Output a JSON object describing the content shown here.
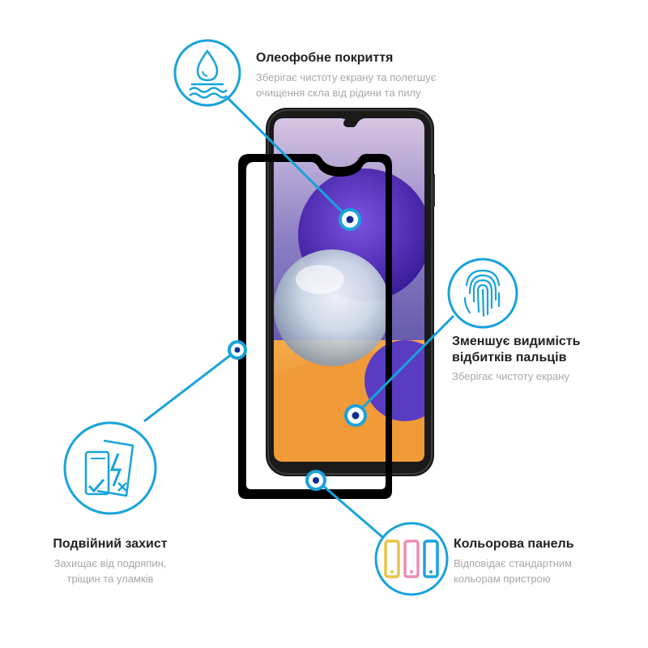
{
  "colors": {
    "accent": "#18a3dc",
    "title": "#222222",
    "desc": "#a8a8a8",
    "phone_body": "#1a1a1a",
    "glass_frame": "#000000"
  },
  "features": {
    "oleophobic": {
      "icon": "water-drop-icon",
      "title": "Олеофобне покриття",
      "desc1": "Зберігає чистоту екрану та полегшує",
      "desc2": "очищення скла від рідини та пилу"
    },
    "fingerprint": {
      "icon": "fingerprint-icon",
      "title1": "Зменшує видимість",
      "title2": "відбитків пальців",
      "desc": "Зберігає чистоту екрану"
    },
    "double": {
      "icon": "double-protection-icon",
      "title": "Подвійний захист",
      "desc1": "Захищає від подряпин,",
      "desc2": "тріщин та уламків"
    },
    "color_panel": {
      "icon": "color-panel-icon",
      "title": "Кольорова панель",
      "desc1": "Відповідає стандартним",
      "desc2": "кольорам пристрою"
    }
  }
}
